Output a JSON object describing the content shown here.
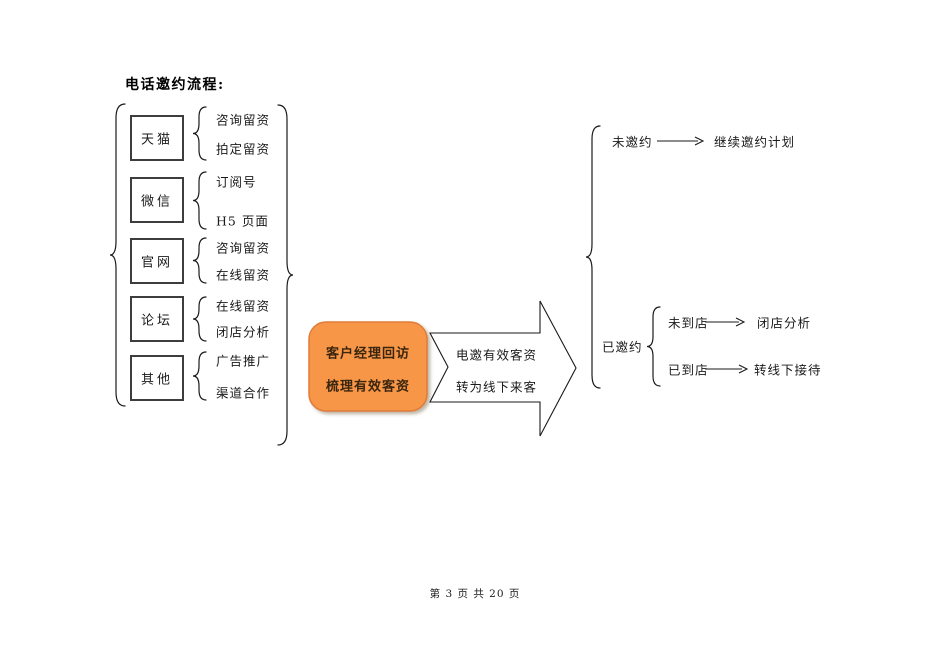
{
  "page": {
    "title": "电话邀约流程:",
    "footer": "第 3 页 共 20 页"
  },
  "sources": [
    {
      "label": "天猫",
      "items": [
        "咨询留资",
        "拍定留资"
      ]
    },
    {
      "label": "微信",
      "items": [
        "订阅号",
        "H5 页面"
      ]
    },
    {
      "label": "官网",
      "items": [
        "咨询留资",
        "在线留资"
      ]
    },
    {
      "label": "论坛",
      "items": [
        "在线留资",
        "闭店分析"
      ]
    },
    {
      "label": "其他",
      "items": [
        "广告推广",
        "渠道合作"
      ]
    }
  ],
  "process": {
    "manager_box": {
      "lines": [
        "客户经理回访",
        "梳理有效客资"
      ],
      "fill": "#F79646",
      "border": "#E07B39"
    },
    "transfer_arrow": {
      "lines": [
        "电邀有效客资",
        "转为线下来客"
      ]
    }
  },
  "outcomes": {
    "not_invited": {
      "label": "未邀约",
      "result": "继续邀约计划"
    },
    "invited": {
      "label": "已邀约",
      "branches": [
        {
          "label": "未到店",
          "result": "闭店分析"
        },
        {
          "label": "已到店",
          "result": "转线下接待"
        }
      ]
    }
  }
}
